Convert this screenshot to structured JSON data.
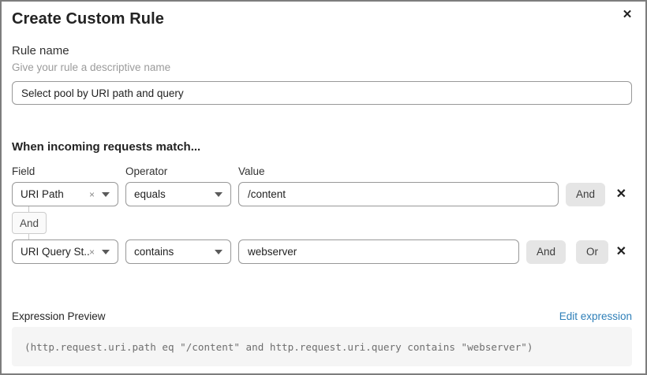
{
  "dialog": {
    "title": "Create Custom Rule",
    "close_icon": "✕"
  },
  "rule_name": {
    "label": "Rule name",
    "helper": "Give your rule a descriptive name",
    "value": "Select pool by URI path and query"
  },
  "match": {
    "heading": "When incoming requests match...",
    "columns": {
      "field": "Field",
      "operator": "Operator",
      "value": "Value"
    },
    "rows": [
      {
        "field": "URI Path",
        "operator": "equals",
        "value": "/content",
        "buttons": [
          "And"
        ],
        "delete_icon": "✕",
        "clear_icon": "×"
      },
      {
        "field": "URI Query St...",
        "operator": "contains",
        "value": "webserver",
        "buttons": [
          "And",
          "Or"
        ],
        "delete_icon": "✕",
        "clear_icon": "×"
      }
    ],
    "connector_label": "And"
  },
  "preview": {
    "label": "Expression Preview",
    "edit_link": "Edit expression",
    "expression": "(http.request.uri.path eq \"/content\" and http.request.uri.query contains \"webserver\")"
  },
  "colors": {
    "link": "#2e7fb8",
    "input_border": "#989898",
    "button_bg": "#e5e5e5",
    "code_bg": "#f5f5f5"
  }
}
